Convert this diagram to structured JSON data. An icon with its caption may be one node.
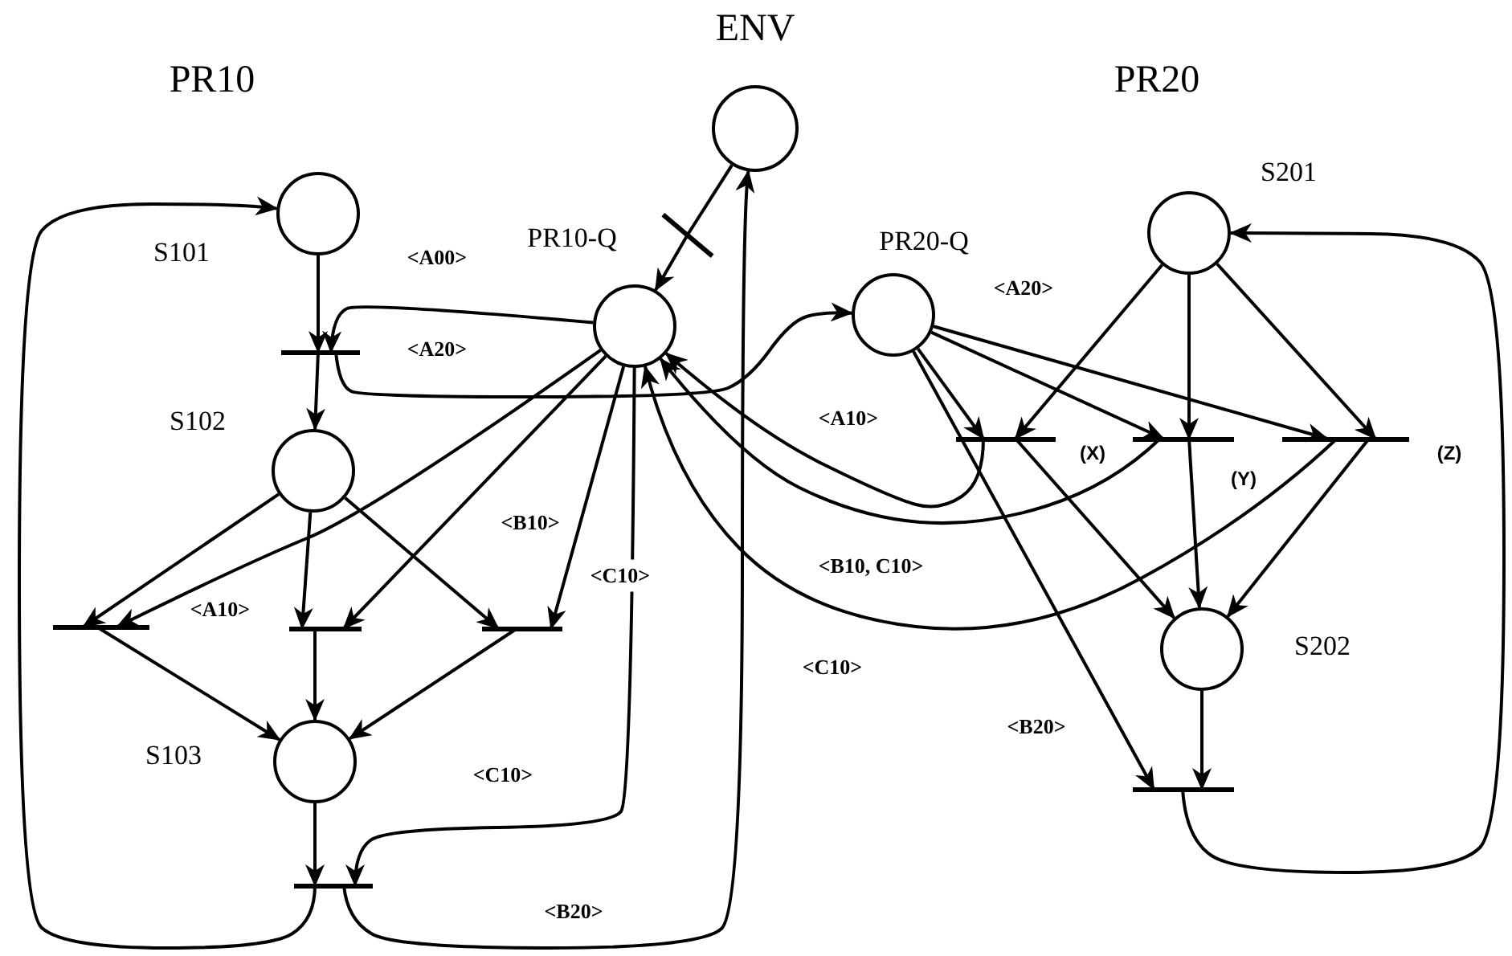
{
  "diagram": {
    "nodes": [
      {
        "text": [],
        "shape": "circle",
        "beside": [
          "S101"
        ]
      },
      {
        "text": [],
        "shape": "circle",
        "beside": [
          "S102"
        ]
      },
      {
        "text": [],
        "shape": "circle",
        "beside": [
          "S103"
        ]
      },
      {
        "text": [],
        "shape": "circle",
        "beside": [
          "PR10-Q"
        ]
      },
      {
        "text": [],
        "shape": "circle"
      },
      {
        "text": [],
        "shape": "circle",
        "beside": [
          "PR20-Q"
        ]
      },
      {
        "text": [],
        "shape": "circle",
        "beside": [
          "S201"
        ]
      },
      {
        "text": [],
        "shape": "circle",
        "beside": [
          "S202"
        ]
      },
      {
        "text": [],
        "shape": "bar"
      },
      {
        "text": [],
        "shape": "bar"
      },
      {
        "text": [],
        "shape": "bar"
      },
      {
        "text": [],
        "shape": "bar"
      },
      {
        "text": [],
        "shape": "bar"
      },
      {
        "text": [],
        "shape": "bar"
      },
      {
        "text": [],
        "shape": "bar",
        "beside": [
          "(X)"
        ]
      },
      {
        "text": [],
        "shape": "bar",
        "beside": [
          "(Y)"
        ]
      },
      {
        "text": [],
        "shape": "bar",
        "beside": [
          "(Z)"
        ]
      },
      {
        "text": [],
        "shape": "bar"
      }
    ],
    "edges": [
      {
        "from": 0,
        "to": 8,
        "arrow": "to"
      },
      {
        "from": 8,
        "to": 1,
        "arrow": "to"
      },
      {
        "from": 3,
        "to": 8,
        "arrow": "to"
      },
      {
        "from": 8,
        "to": 5,
        "arrow": "to"
      },
      {
        "from": 4,
        "to": 9,
        "arrow": "none"
      },
      {
        "from": 9,
        "to": 3,
        "arrow": "to"
      },
      {
        "from": 1,
        "to": 10,
        "arrow": "to"
      },
      {
        "from": 1,
        "to": 11,
        "arrow": "to"
      },
      {
        "from": 1,
        "to": 12,
        "arrow": "to"
      },
      {
        "from": 3,
        "to": 10,
        "arrow": "to"
      },
      {
        "from": 3,
        "to": 11,
        "arrow": "to"
      },
      {
        "from": 3,
        "to": 12,
        "arrow": "to"
      },
      {
        "from": 3,
        "to": 13,
        "arrow": "to"
      },
      {
        "from": 10,
        "to": 2,
        "arrow": "to"
      },
      {
        "from": 11,
        "to": 2,
        "arrow": "to"
      },
      {
        "from": 12,
        "to": 2,
        "arrow": "to"
      },
      {
        "from": 2,
        "to": 13,
        "arrow": "to"
      },
      {
        "from": 13,
        "to": 0,
        "arrow": "to"
      },
      {
        "from": 13,
        "to": 4,
        "arrow": "to"
      },
      {
        "from": 5,
        "to": 14,
        "arrow": "to"
      },
      {
        "from": 5,
        "to": 15,
        "arrow": "to"
      },
      {
        "from": 5,
        "to": 16,
        "arrow": "to"
      },
      {
        "from": 5,
        "to": 17,
        "arrow": "to"
      },
      {
        "from": 6,
        "to": 14,
        "arrow": "to"
      },
      {
        "from": 6,
        "to": 15,
        "arrow": "to"
      },
      {
        "from": 6,
        "to": 16,
        "arrow": "to"
      },
      {
        "from": 14,
        "to": 7,
        "arrow": "to"
      },
      {
        "from": 15,
        "to": 7,
        "arrow": "to"
      },
      {
        "from": 16,
        "to": 7,
        "arrow": "to"
      },
      {
        "from": 14,
        "to": 3,
        "arrow": "to"
      },
      {
        "from": 15,
        "to": 3,
        "arrow": "to"
      },
      {
        "from": 16,
        "to": 3,
        "arrow": "to"
      },
      {
        "from": 7,
        "to": 17,
        "arrow": "to"
      },
      {
        "from": 17,
        "to": 6,
        "arrow": "to"
      }
    ],
    "labels": [
      "PR10",
      "ENV",
      "PR20",
      "<A00>",
      "<A20>",
      "<A20>",
      "<A10>",
      "<B10>",
      "<C10>",
      "<B10, C10>",
      "<A10>",
      "<C10>",
      "<B20>",
      "<C10>",
      "<B20>"
    ]
  }
}
